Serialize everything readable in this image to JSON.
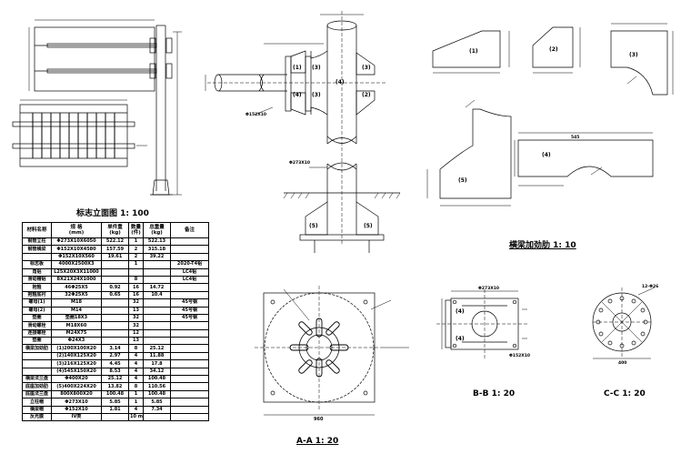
{
  "titles": {
    "elevation": "标志立面图  1: 100",
    "stiffener": "横梁加劲肋    1: 10",
    "aa": "A-A    1: 20",
    "bb": "B-B  1: 20",
    "cc": "C-C  1: 20"
  },
  "table": {
    "headers": [
      "材料名称",
      "规    格\n(mm)",
      "单件重\n(kg)",
      "数量\n(件)",
      "总重量\n(kg)",
      "备注"
    ],
    "rows": [
      [
        "钢管立柱",
        "Φ273X10X6050",
        "522.12",
        "1",
        "522.13",
        ""
      ],
      [
        "钢管横梁",
        "Φ152X10X4580",
        "157.59",
        "2",
        "315.18",
        ""
      ],
      [
        "",
        "Φ152X10X560",
        "19.61",
        "2",
        "39.22",
        ""
      ],
      [
        "标志板",
        "4000X2500X3",
        "",
        "1",
        "",
        "2020-T4铝"
      ],
      [
        "角铝",
        "L25X20X3X11000",
        "",
        "",
        "",
        "LC4铝"
      ],
      [
        "滑动槽铝",
        "8X21X24X1000",
        "",
        "8",
        "",
        "LC4铝"
      ],
      [
        "抱箍",
        "46Φ25X5",
        "0.92",
        "16",
        "14.72",
        ""
      ],
      [
        "抱箍底衬",
        "32Φ25X5",
        "0.65",
        "16",
        "10.4",
        ""
      ],
      [
        "螺母(1)",
        "M18",
        "",
        "32",
        "",
        "45号钢"
      ],
      [
        "螺母(2)",
        "M14",
        "",
        "13",
        "",
        "45号钢"
      ],
      [
        "垫圈",
        "垫圈18X3",
        "",
        "32",
        "",
        "45号钢"
      ],
      [
        "滑动螺栓",
        "M18X60",
        "",
        "32",
        "",
        ""
      ],
      [
        "连接螺栓",
        "M24X75",
        "",
        "12",
        "",
        ""
      ],
      [
        "垫圈",
        "Φ24X3",
        "",
        "13",
        "",
        ""
      ],
      [
        "横梁加劲肋",
        "(1)200X100X20",
        "3.14",
        "8",
        "25.12",
        ""
      ],
      [
        "",
        "(2)140X125X20",
        "2.97",
        "4",
        "11.88",
        ""
      ],
      [
        "",
        "(3)216X125X20",
        "4.45",
        "4",
        "17.8",
        ""
      ],
      [
        "",
        "(4)545X150X20",
        "8.53",
        "4",
        "34.12",
        ""
      ],
      [
        "横梁法兰盘",
        "Φ400X20",
        "25.12",
        "4",
        "100.48",
        ""
      ],
      [
        "底座加劲肋",
        "(5)400X224X20",
        "13.82",
        "8",
        "110.56",
        ""
      ],
      [
        "底座法兰盘",
        "800X800X20",
        "100.48",
        "1",
        "100.48",
        ""
      ],
      [
        "立柱帽",
        "Φ273X10",
        "5.85",
        "1",
        "5.85",
        ""
      ],
      [
        "横梁帽",
        "Φ152X10",
        "1.81",
        "4",
        "7.34",
        ""
      ],
      [
        "反光膜",
        "IV类",
        "",
        "10 m²",
        "",
        ""
      ]
    ]
  },
  "labels": {
    "d152": "Φ152X10",
    "d273": "Φ273X10",
    "d273b": "Φ273X10",
    "d152b": "Φ152X10",
    "p1": "(1)",
    "p2": "(2)",
    "p3": "(3)",
    "p4": "(4)",
    "p5": "(5)",
    "dim960": "960",
    "holes": "12-Φ26",
    "dim400": "400",
    "dim545": "545"
  }
}
